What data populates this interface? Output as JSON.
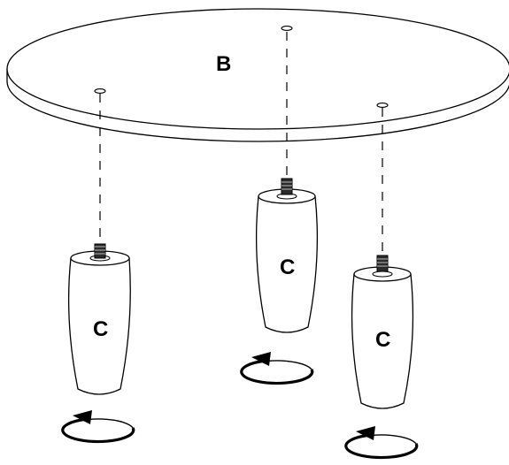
{
  "diagram": {
    "tabletop": {
      "label": "B"
    },
    "legs": [
      {
        "label": "C"
      },
      {
        "label": "C"
      },
      {
        "label": "C"
      }
    ]
  }
}
